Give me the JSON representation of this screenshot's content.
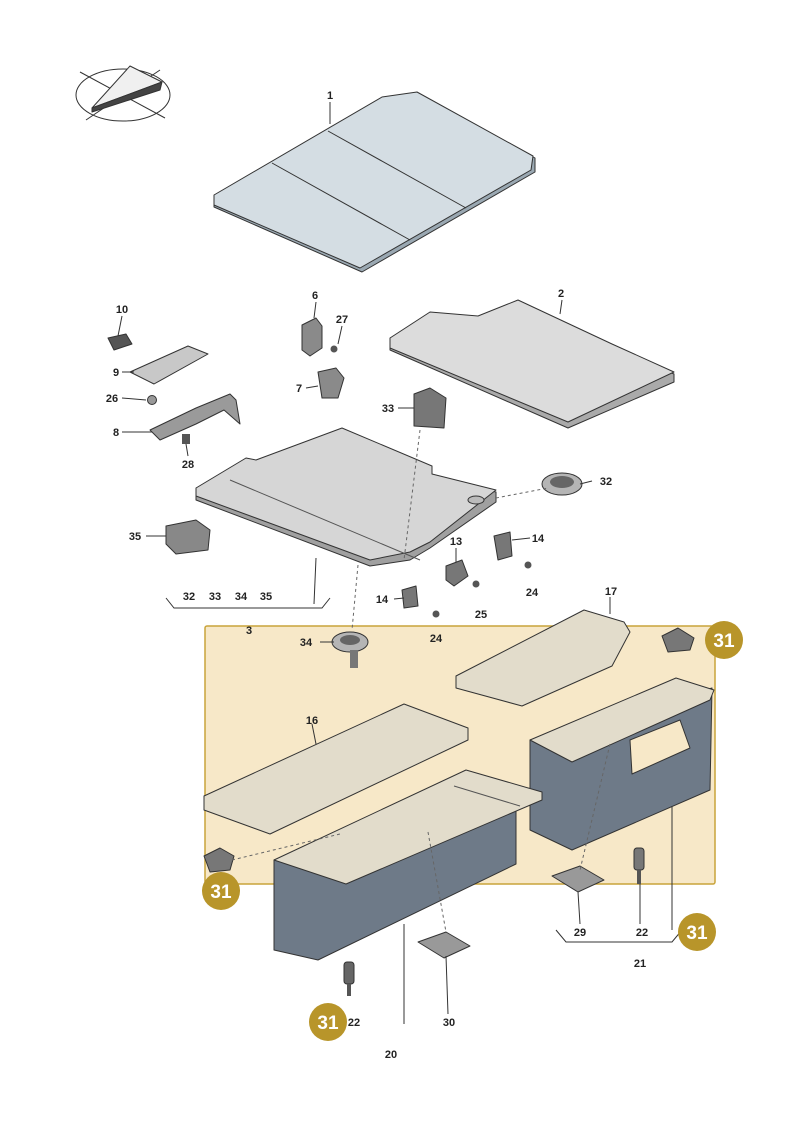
{
  "colors": {
    "highlight_fill": "#f7e8c8",
    "highlight_stroke": "#c9a43a",
    "badge": "#b8952a",
    "panel_blue": "#d4dde3",
    "panel_blue_dark": "#9aa8b2",
    "panel_gray": "#dcdcdc",
    "panel_beige": "#e2dccb",
    "box_dark": "#6e7a88",
    "part_gray": "#8a8a8a"
  },
  "icons": [
    "orientation-arrow-icon"
  ],
  "labels": {
    "p1": "1",
    "p2": "2",
    "p3": "3",
    "p6": "6",
    "p7": "7",
    "p8": "8",
    "p9": "9",
    "p10": "10",
    "p13": "13",
    "p14a": "14",
    "p14b": "14",
    "p16": "16",
    "p17": "17",
    "p20": "20",
    "p21": "21",
    "p22a": "22",
    "p22b": "22",
    "p24a": "24",
    "p24b": "24",
    "p25": "25",
    "p26": "26",
    "p27": "27",
    "p28": "28",
    "p29": "29",
    "p30": "30",
    "p32": "32",
    "p33": "33",
    "p34": "34",
    "p35": "35",
    "g3_a": "32",
    "g3_b": "33",
    "g3_c": "34",
    "g3_d": "35",
    "g21_a": "29",
    "g21_b": "22"
  },
  "badges": {
    "b1": "31",
    "b2": "31",
    "b3": "31",
    "b4": "31"
  }
}
